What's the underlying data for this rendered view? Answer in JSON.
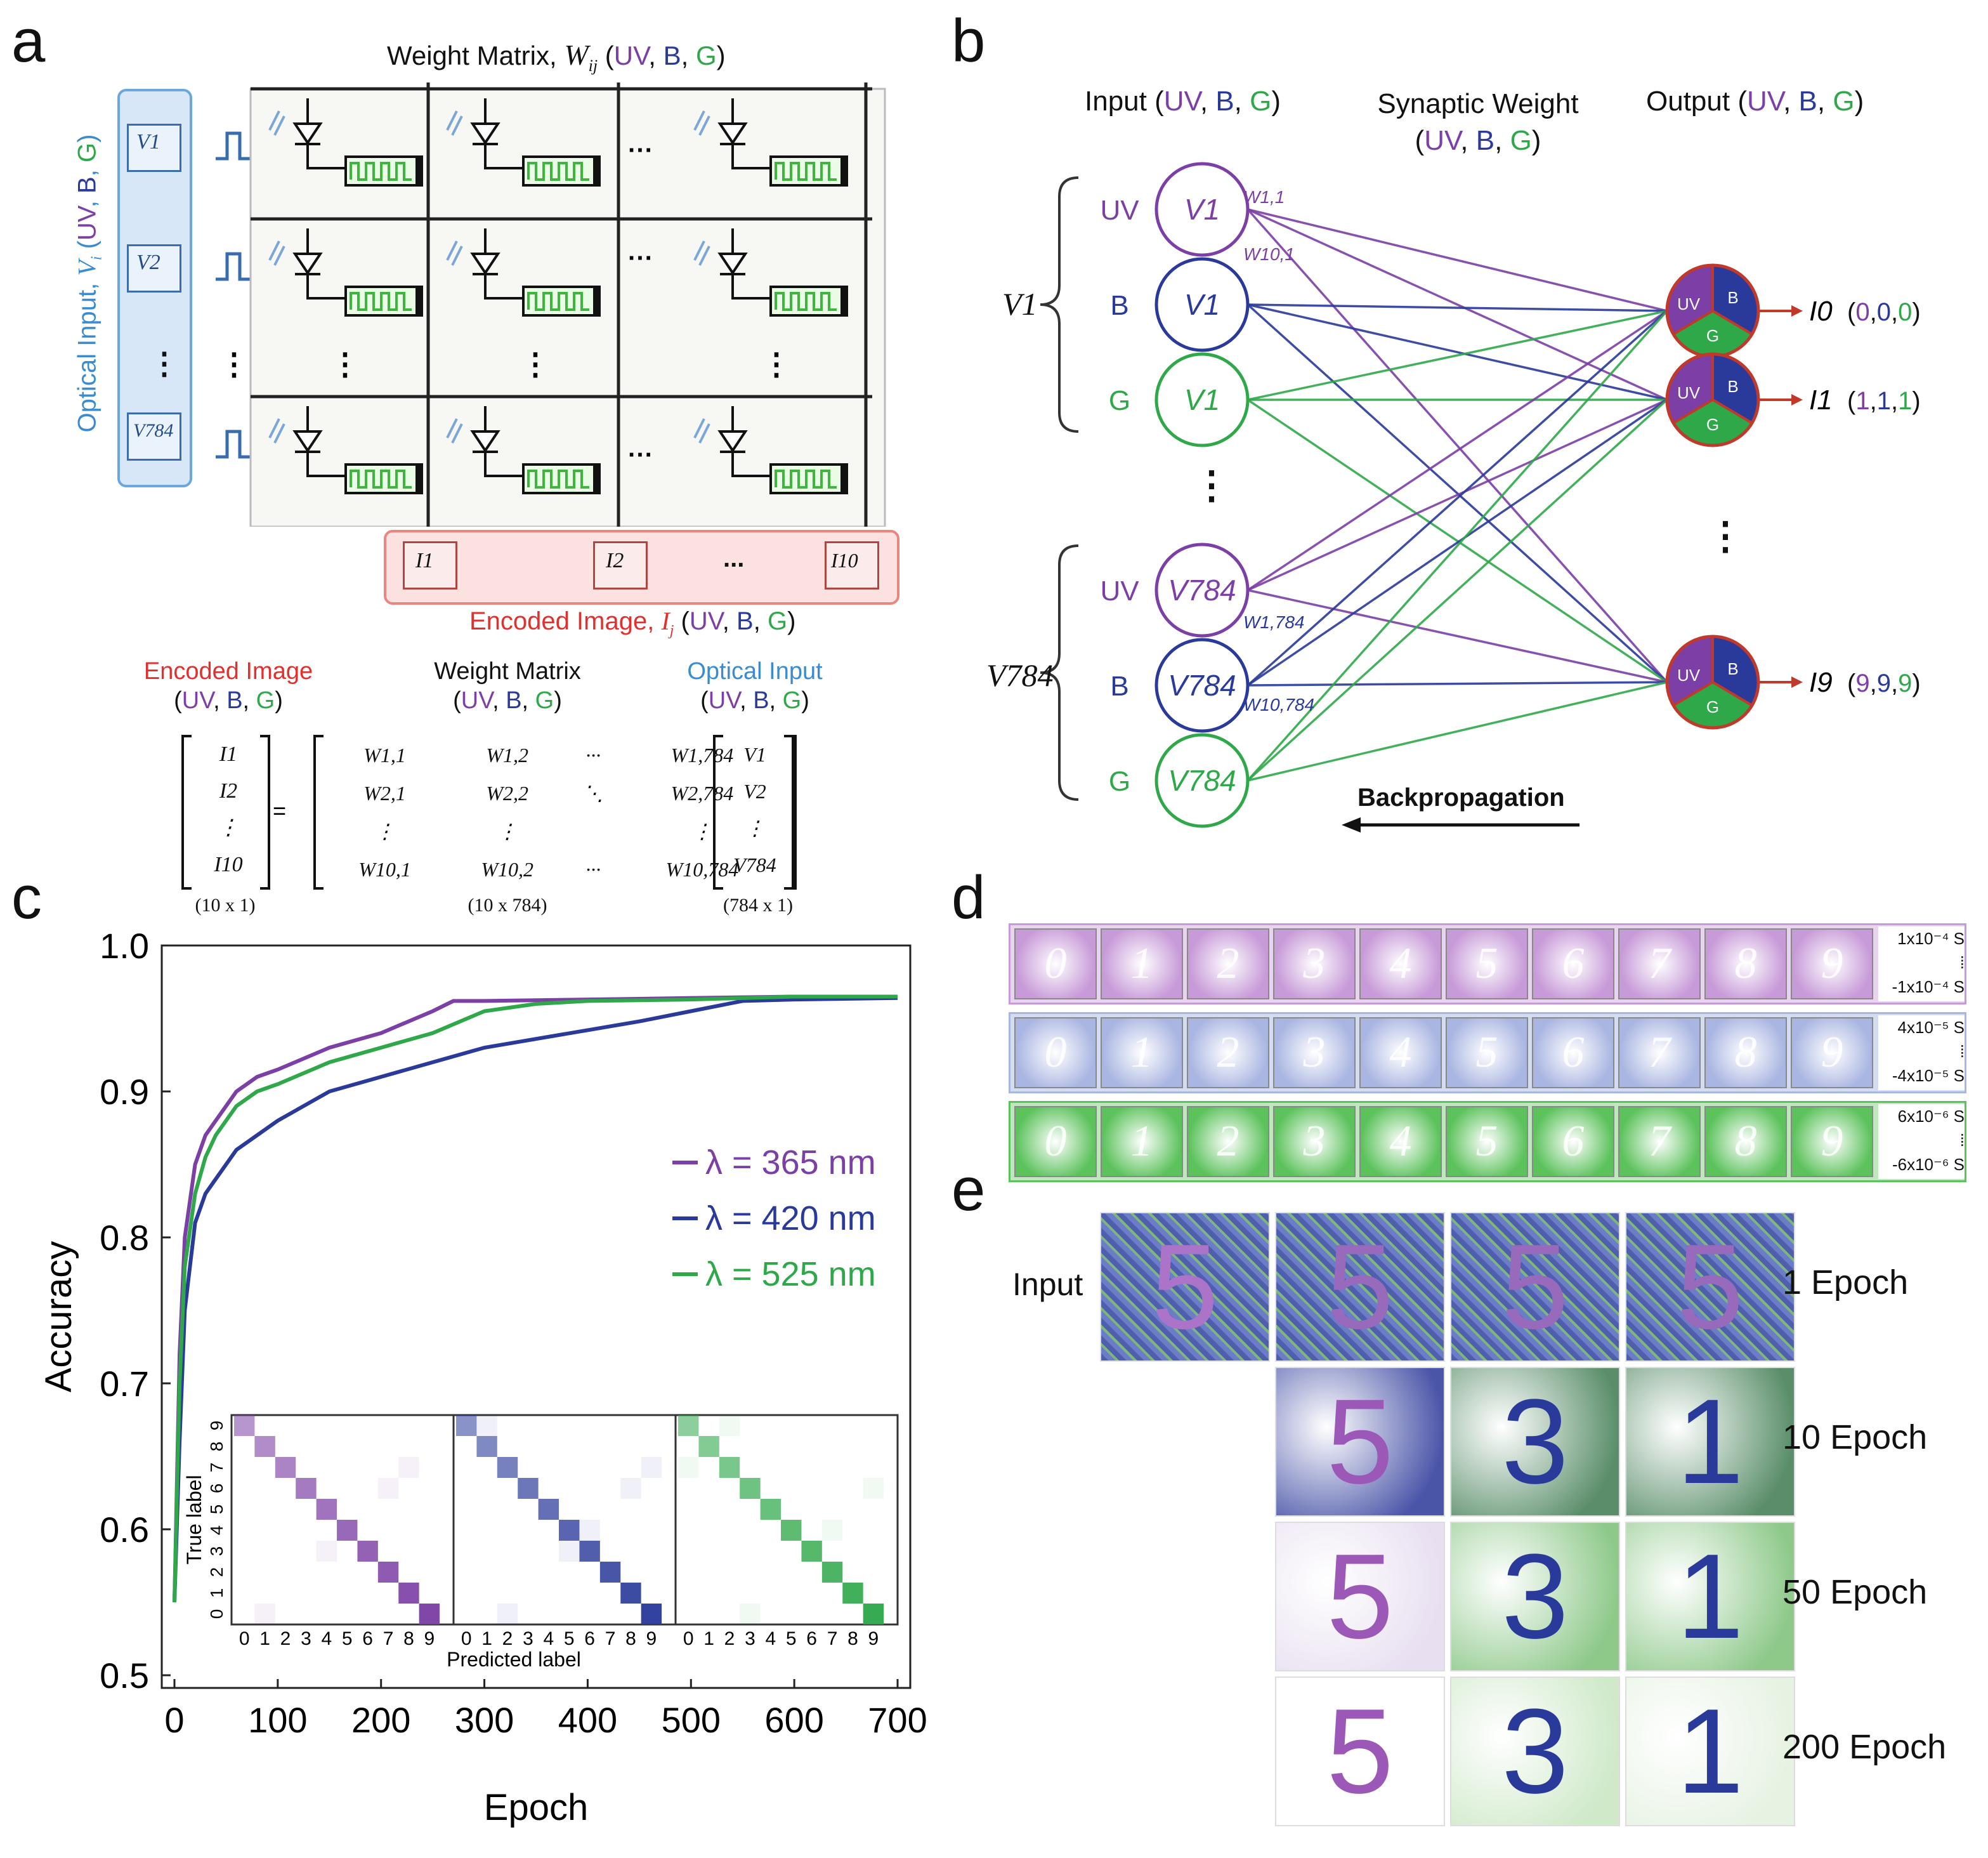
{
  "panels": {
    "a": "a",
    "b": "b",
    "c": "c",
    "d": "d",
    "e": "e"
  },
  "panel_a": {
    "weight_matrix_title": "Weight Matrix,",
    "weight_symbol": "W",
    "weight_sub": "ij",
    "optical_input_label": "Optical Input,",
    "input_symbol": "V",
    "input_sub": "i",
    "inputs": [
      "V1",
      "V2",
      "V784"
    ],
    "outputs": [
      "I1",
      "I2",
      "I10"
    ],
    "dots": "...",
    "encoded_image_label": "Encoded Image,",
    "output_symbol": "I",
    "output_sub": "j",
    "channels": {
      "uv": "UV",
      "b": "B",
      "g": "G"
    },
    "equation": {
      "encoded_title": "Encoded Image",
      "weight_title": "Weight Matrix",
      "optical_title": "Optical Input",
      "channels": "(UV, B, G)",
      "I_vector": [
        "I1",
        "I2",
        "⋮",
        "I10"
      ],
      "W_rows": [
        [
          "W1,1",
          "W1,2",
          "···",
          "W1,784"
        ],
        [
          "W2,1",
          "W2,2",
          "⋱",
          "W2,784"
        ],
        [
          "⋮",
          "⋮",
          "",
          "⋮"
        ],
        [
          "W10,1",
          "W10,2",
          "···",
          "W10,784"
        ]
      ],
      "V_vector": [
        "V1",
        "V2",
        "⋮",
        "V784"
      ],
      "dims": [
        "(10 x 1)",
        "(10 x 784)",
        "(784 x 1)"
      ]
    }
  },
  "panel_b": {
    "input_title": "Input",
    "synaptic_title": "Synaptic Weight",
    "output_title": "Output",
    "groups": [
      {
        "label": "V1",
        "nodes": [
          {
            "ch": "UV",
            "text": "V1"
          },
          {
            "ch": "B",
            "text": "V1"
          },
          {
            "ch": "G",
            "text": "V1"
          }
        ],
        "w_top": "W1,1",
        "w_bottom": "W10,1"
      },
      {
        "label": "V784",
        "nodes": [
          {
            "ch": "UV",
            "text": "V784"
          },
          {
            "ch": "B",
            "text": "V784"
          },
          {
            "ch": "G",
            "text": "V784"
          }
        ],
        "w_top": "W1,784",
        "w_bottom": "W10,784"
      }
    ],
    "outputs": [
      {
        "name": "I0",
        "value": [
          "0",
          "0",
          "0"
        ]
      },
      {
        "name": "I1",
        "value": [
          "1",
          "1",
          "1"
        ]
      },
      {
        "name": "I9",
        "value": [
          "9",
          "9",
          "9"
        ]
      }
    ],
    "wedge_labels": {
      "uv": "UV",
      "b": "B",
      "g": "G"
    },
    "backprop_label": "Backpropagation",
    "ellipsis": "⋮"
  },
  "chart_data": {
    "type": "line",
    "xlabel": "Epoch",
    "ylabel": "Accuracy",
    "xlim": [
      0,
      700
    ],
    "ylim": [
      0.5,
      1.0
    ],
    "xticks": [
      0,
      100,
      200,
      300,
      400,
      500,
      600,
      700
    ],
    "yticks": [
      0.5,
      0.6,
      0.7,
      0.8,
      0.9,
      1.0
    ],
    "legend_position": "right",
    "series": [
      {
        "name": "λ = 365 nm",
        "color": "#7b3fa5",
        "x": [
          0,
          5,
          10,
          20,
          30,
          40,
          60,
          80,
          100,
          150,
          200,
          250,
          270,
          300,
          400,
          500,
          600,
          700
        ],
        "y": [
          0.55,
          0.72,
          0.8,
          0.85,
          0.87,
          0.88,
          0.9,
          0.91,
          0.915,
          0.93,
          0.94,
          0.955,
          0.962,
          0.962,
          0.963,
          0.964,
          0.965,
          0.965
        ]
      },
      {
        "name": "λ = 420 nm",
        "color": "#2a3a9a",
        "x": [
          0,
          5,
          10,
          20,
          30,
          40,
          60,
          80,
          100,
          150,
          200,
          250,
          300,
          400,
          450,
          500,
          550,
          600,
          700
        ],
        "y": [
          0.55,
          0.66,
          0.75,
          0.81,
          0.83,
          0.84,
          0.86,
          0.87,
          0.88,
          0.9,
          0.91,
          0.92,
          0.93,
          0.942,
          0.948,
          0.955,
          0.962,
          0.963,
          0.964
        ]
      },
      {
        "name": "λ = 525 nm",
        "color": "#2fa84a",
        "x": [
          0,
          5,
          10,
          20,
          30,
          40,
          60,
          80,
          100,
          150,
          200,
          250,
          300,
          350,
          400,
          500,
          600,
          700
        ],
        "y": [
          0.55,
          0.7,
          0.78,
          0.83,
          0.855,
          0.87,
          0.89,
          0.9,
          0.905,
          0.92,
          0.93,
          0.94,
          0.955,
          0.96,
          0.962,
          0.963,
          0.965,
          0.965
        ]
      }
    ],
    "inset": {
      "type": "heatmap",
      "xlabel": "Predicted label",
      "ylabel": "True label",
      "ticks": [
        "0",
        "1",
        "2",
        "3",
        "4",
        "5",
        "6",
        "7",
        "8",
        "9"
      ],
      "matrices": [
        {
          "color": "#7b3fa5"
        },
        {
          "color": "#2a3a9a"
        },
        {
          "color": "#2fa84a"
        }
      ]
    }
  },
  "panel_d": {
    "rows": [
      {
        "color": "#c79ad8",
        "range_top": "1x10⁻⁴ S",
        "range_mid": "⁞",
        "range_bottom": "-1x10⁻⁴ S"
      },
      {
        "color": "#aab6e2",
        "range_top": "4x10⁻⁵ S",
        "range_mid": "⁞",
        "range_bottom": "-4x10⁻⁵ S"
      },
      {
        "color": "#5cc25c",
        "range_top": "6x10⁻⁶ S",
        "range_mid": "⁞",
        "range_bottom": "-6x10⁻⁶ S"
      }
    ],
    "digits": [
      "0",
      "1",
      "2",
      "3",
      "4",
      "5",
      "6",
      "7",
      "8",
      "9"
    ]
  },
  "panel_e": {
    "input_label": "Input",
    "epochs": [
      "1  Epoch",
      "10 Epoch",
      "50 Epoch",
      "200 Epoch"
    ],
    "digits": [
      "5",
      "3",
      "1"
    ]
  }
}
